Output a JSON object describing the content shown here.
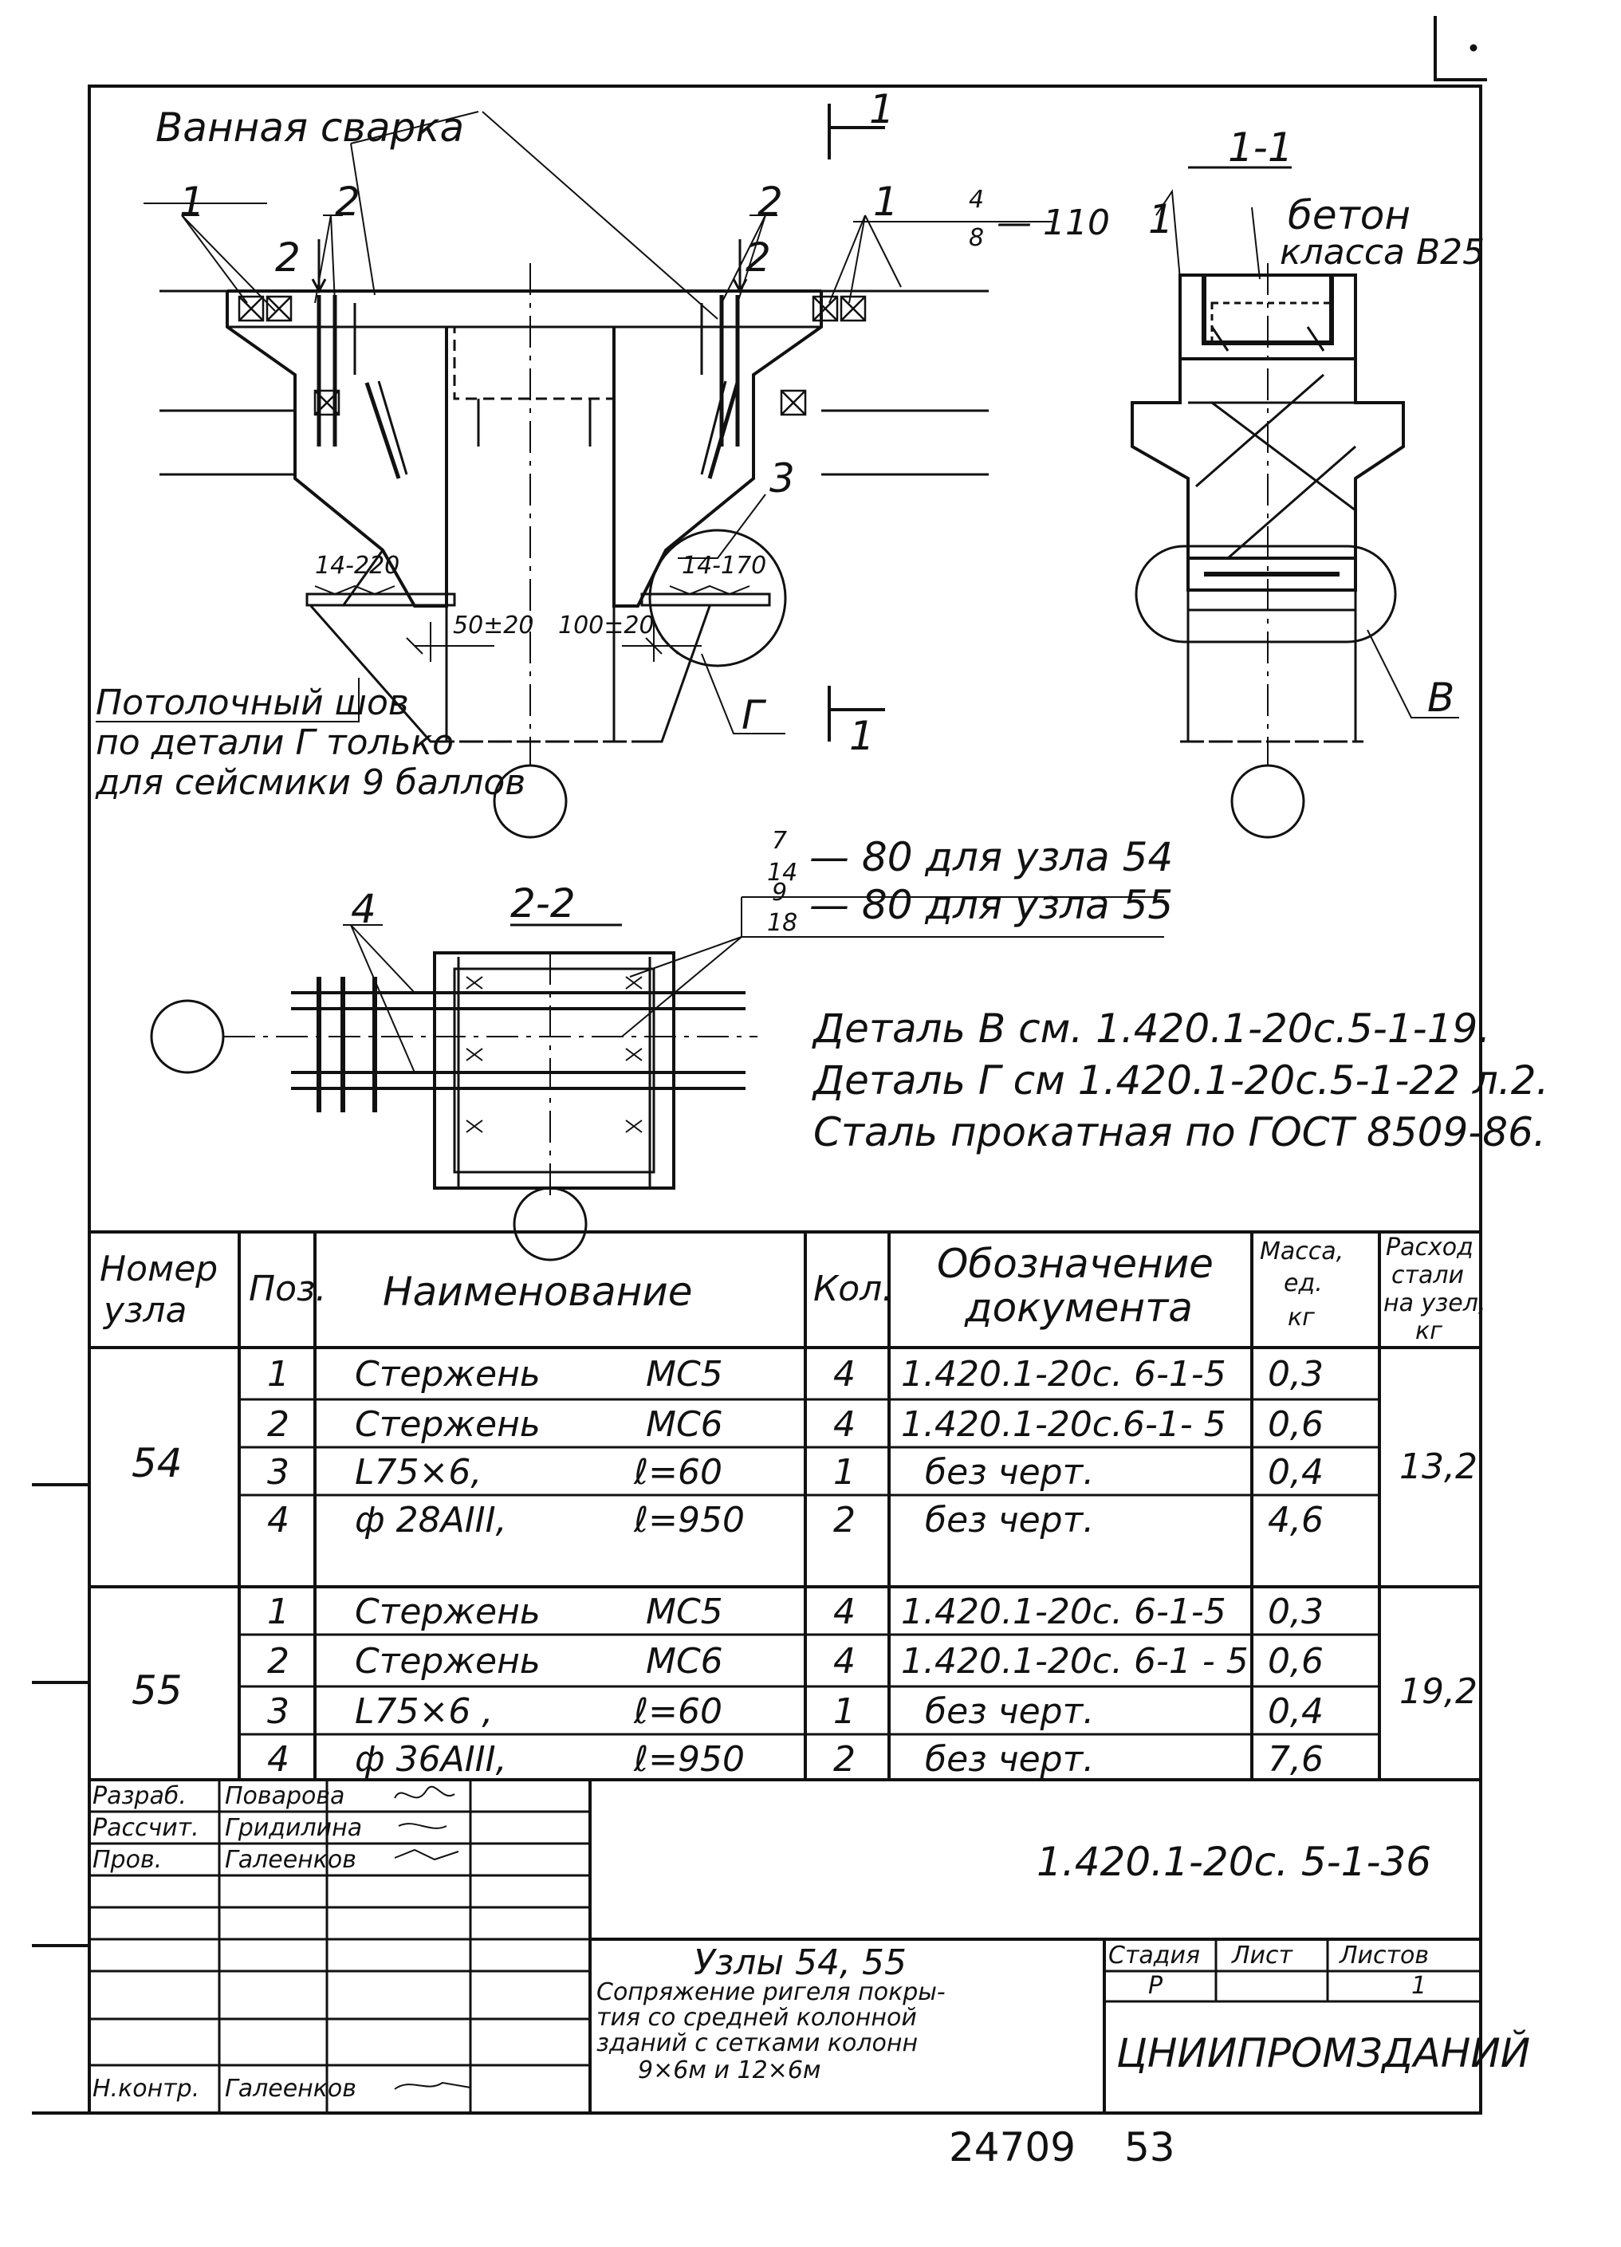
{
  "drawing": {
    "label_welding": "Ванная сварка",
    "section_mark": "1",
    "section_title_11": "1-1",
    "concrete_label_line1": "бетон",
    "concrete_label_line2": "класса В25",
    "pos_1a": "1",
    "pos_2a": "2",
    "pos_2b": "2",
    "pos_2c": "2",
    "pos_2d": "2",
    "pos_1b": "1",
    "pos_frac_num": "4",
    "pos_frac_den": "8",
    "pos_frac_tail": "— 110",
    "pos_1c": "1",
    "pos_3": "3",
    "weld_left": "14-220",
    "weld_right": "14-170",
    "dim_50": "50±20",
    "dim_100": "100±20",
    "detail_g": "Г",
    "detail_v": "В",
    "section_mark_bottom": "1",
    "note_ceiling_1": "Потолочный шов",
    "note_ceiling_2": "по детали Г только",
    "note_ceiling_3": "для сейсмики 9 баллов",
    "section_title_22": "2-2",
    "pos_4": "4",
    "frac1_num": "7",
    "frac1_den": "14",
    "frac1_tail": "— 80  для узла 54",
    "frac2_num": "9",
    "frac2_den": "18",
    "frac2_tail": "— 80  для узла 55",
    "note_detail_v": "Деталь В см. 1.420.1-20с.5-1-19.",
    "note_detail_g": "Деталь Г см 1.420.1-20с.5-1-22 л.2.",
    "note_steel": "Сталь прокатная по ГОСТ 8509-86."
  },
  "table": {
    "headers": {
      "node": [
        "Номер",
        "узла"
      ],
      "pos": "Поз.",
      "name": "Наименование",
      "qty": "Кол.",
      "doc": [
        "Обозначение",
        "документа"
      ],
      "mass": [
        "Масса,",
        "ед.",
        "кг"
      ],
      "total": [
        "Расход",
        "стали",
        "на узел,",
        "кг"
      ]
    },
    "groups": [
      {
        "node": "54",
        "total": "13,2",
        "rows": [
          {
            "pos": "1",
            "name": "Стержень",
            "mark": "МС5",
            "qty": "4",
            "doc": "1.420.1-20с. 6-1-5",
            "mass": "0,3"
          },
          {
            "pos": "2",
            "name": "Стержень",
            "mark": "МС6",
            "qty": "4",
            "doc": "1.420.1-20с.6-1- 5",
            "mass": "0,6"
          },
          {
            "pos": "3",
            "name": "L75×6,",
            "mark": "ℓ=60",
            "qty": "1",
            "doc": "без черт.",
            "mass": "0,4"
          },
          {
            "pos": "4",
            "name": "ф 28АIII,",
            "mark": "ℓ=950",
            "qty": "2",
            "doc": "без черт.",
            "mass": "4,6"
          }
        ]
      },
      {
        "node": "55",
        "total": "19,2",
        "rows": [
          {
            "pos": "1",
            "name": "Стержень",
            "mark": "МС5",
            "qty": "4",
            "doc": "1.420.1-20с. 6-1-5",
            "mass": "0,3"
          },
          {
            "pos": "2",
            "name": "Стержень",
            "mark": "МС6",
            "qty": "4",
            "doc": "1.420.1-20с. 6-1 - 5",
            "mass": "0,6"
          },
          {
            "pos": "3",
            "name": "L75×6 ,",
            "mark": "ℓ=60",
            "qty": "1",
            "doc": "без черт.",
            "mass": "0,4"
          },
          {
            "pos": "4",
            "name": "ф 36АIII,",
            "mark": "ℓ=950",
            "qty": "2",
            "doc": "без черт.",
            "mass": "7,6"
          }
        ]
      }
    ]
  },
  "titleblock": {
    "roles": [
      {
        "role": "Разраб.",
        "name": "Поварова"
      },
      {
        "role": "Рассчит.",
        "name": "Гридилина"
      },
      {
        "role": "Пров.",
        "name": "Галеенков"
      },
      {
        "role": "",
        "name": ""
      },
      {
        "role": "",
        "name": ""
      },
      {
        "role": "",
        "name": ""
      },
      {
        "role": "Н.контр.",
        "name": "Галеенков"
      }
    ],
    "designation": "1.420.1-20с. 5-1-36",
    "title_lines": [
      "Узлы 54, 55",
      "Сопряжение ригеля покры-",
      "тия со средней колонной",
      "зданий с сетками колонн",
      "9×6м  и  12×6м"
    ],
    "stage_label": "Стадия",
    "sheet_label": "Лист",
    "sheets_label": "Листов",
    "stage": "Р",
    "sheet": "",
    "sheets": "1",
    "org": "ЦНИИПРОМЗДАНИЙ"
  },
  "footer": {
    "inventory": "24709",
    "page": "53"
  }
}
